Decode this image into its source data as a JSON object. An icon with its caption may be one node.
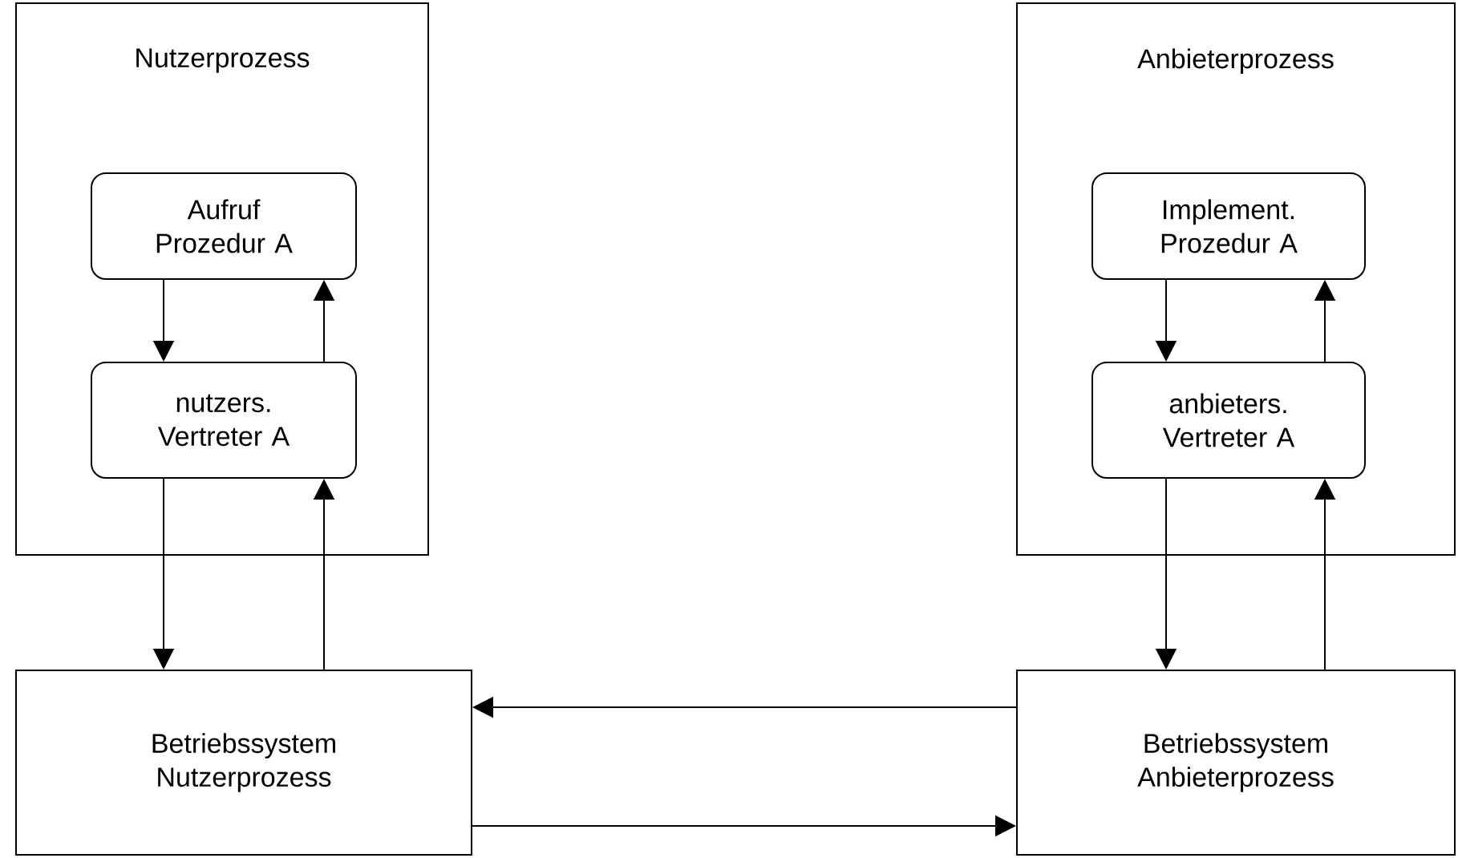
{
  "diagram": {
    "nodes": [
      {
        "text": [
          "Nutzerprozess"
        ]
      },
      {
        "text": [
          "Aufruf Prozedur A"
        ],
        "in": 0
      },
      {
        "text": [
          "nutzers. Vertreter A"
        ],
        "in": 0
      },
      {
        "text": [
          "Anbieterprozess"
        ]
      },
      {
        "text": [
          "Implement. Prozedur A"
        ],
        "in": 3
      },
      {
        "text": [
          "anbieters. Vertreter A"
        ],
        "in": 3
      },
      {
        "text": [
          "Betriebssystem Nutzerprozess"
        ]
      },
      {
        "text": [
          "Betriebssystem Anbieterprozess"
        ]
      }
    ],
    "edges": [
      {
        "from": 1,
        "to": 2,
        "arrow": "to"
      },
      {
        "from": 2,
        "to": 1,
        "arrow": "to"
      },
      {
        "from": 2,
        "to": 6,
        "arrow": "to"
      },
      {
        "from": 6,
        "to": 2,
        "arrow": "to"
      },
      {
        "from": 7,
        "to": 6,
        "arrow": "to"
      },
      {
        "from": 6,
        "to": 7,
        "arrow": "to"
      },
      {
        "from": 4,
        "to": 5,
        "arrow": "to"
      },
      {
        "from": 5,
        "to": 4,
        "arrow": "to"
      },
      {
        "from": 5,
        "to": 7,
        "arrow": "to"
      },
      {
        "from": 7,
        "to": 5,
        "arrow": "to"
      }
    ]
  }
}
